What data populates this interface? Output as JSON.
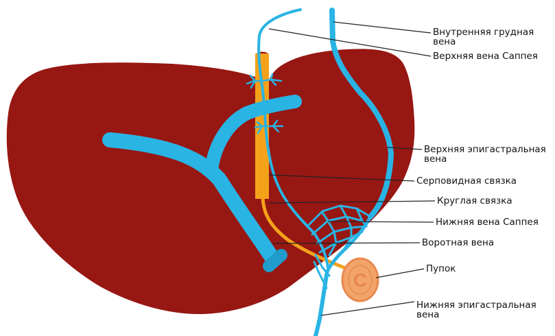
{
  "labels": {
    "internal_thoracic": "Внутренняя грудная\nвена",
    "superior_sappey": "Верхняя вена Саппея",
    "superior_epigastric": "Верхняя эпигастральная\nвена",
    "falciform_ligament": "Серповидная связка",
    "round_ligament": "Круглая связка",
    "inferior_sappey": "Нижняя вена Саппея",
    "portal_vein": "Воротная вена",
    "umbilicus": "Пупок",
    "inferior_epigastric": "Нижняя эпигастральная\nвена"
  },
  "umbilicus_letter": "C",
  "colors": {
    "liver": "#971713",
    "vein": "#29b4e4",
    "ligament": "#f5a21b",
    "umbilicus_fill": "#f2a46a",
    "umbilicus_ring": "#e9884d",
    "leader": "#222222"
  }
}
